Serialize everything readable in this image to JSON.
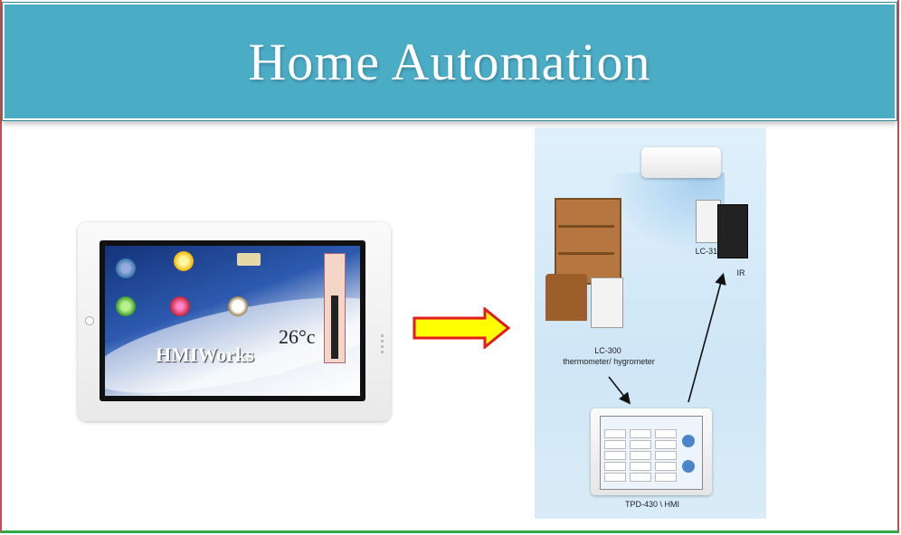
{
  "header": {
    "title": "Home Automation"
  },
  "left_device": {
    "brand": "HMIWorks",
    "temperature": "26°c"
  },
  "diagram": {
    "labels": {
      "lc311": "LC-311",
      "ir": "IR",
      "lc300": "LC-300",
      "lc300_desc": "thermometer/ hygrometer",
      "tpd": "TPD-430 \\ HMI"
    }
  },
  "colors": {
    "title_bar": "#4bacc6",
    "arrow_fill": "#ffff00",
    "arrow_stroke": "#e31b1b",
    "left_border": "#c0504d",
    "bottom_border": "#2ea84a"
  }
}
